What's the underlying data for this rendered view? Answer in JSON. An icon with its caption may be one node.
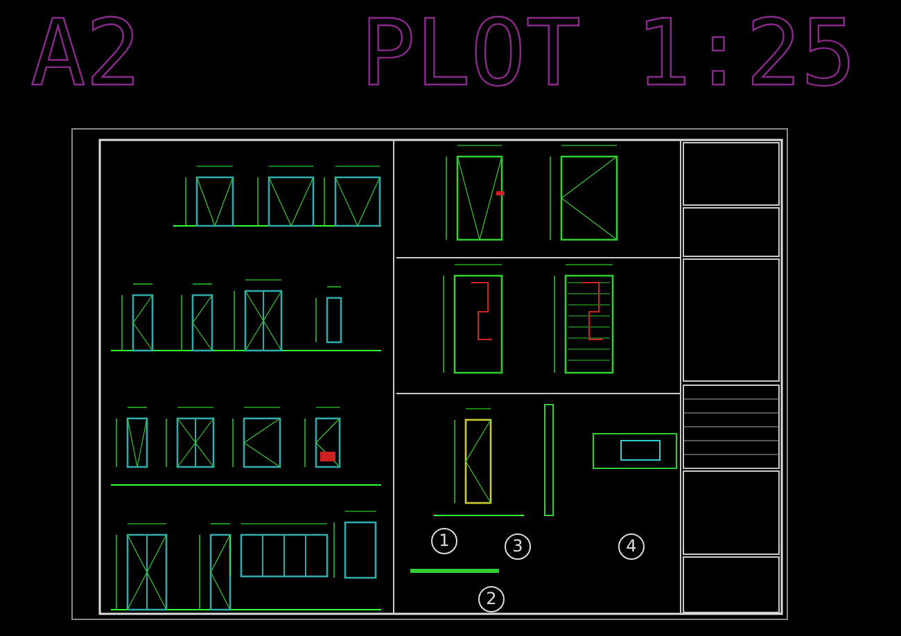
{
  "diagram": {
    "labels": [
      "A2",
      "PLOT 1:25",
      "1",
      "3",
      "4",
      "2"
    ]
  }
}
